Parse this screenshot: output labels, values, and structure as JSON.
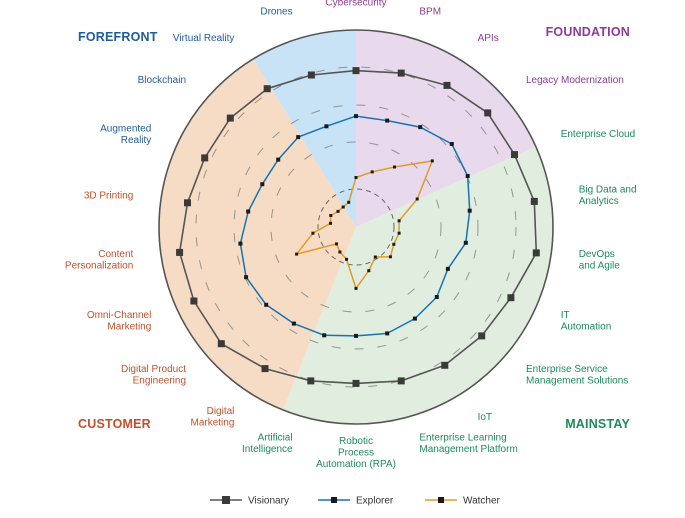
{
  "chart_data": {
    "type": "radar",
    "categories": [
      "Cybersecurity",
      "BPM",
      "APIs",
      "Legacy Modernization",
      "Enterprise Cloud",
      "Big Data and Analytics",
      "DevOps and Agile",
      "IT Automation",
      "Enterprise Service Management Solutions",
      "IoT",
      "Enterprise Learning Management Platform",
      "Robotic Process Automation (RPA)",
      "Artificial Intelligence",
      "Digital Marketing",
      "Digital Product Engineering",
      "Omni-Channel Marketing",
      "Content Personalization",
      "3D Printing",
      "Augmented Reality",
      "Blockchain",
      "Virtual Reality",
      "Drones"
    ],
    "category_colors": [
      "#8e3a96",
      "#8e3a96",
      "#8e3a96",
      "#8e3a96",
      "#1d8a5b",
      "#1d8a5b",
      "#1d8a5b",
      "#1d8a5b",
      "#1d8a5b",
      "#1d8a5b",
      "#1d8a5b",
      "#1d8a5b",
      "#1d8a5b",
      "#c2502a",
      "#c2502a",
      "#c2502a",
      "#c2502a",
      "#c2502a",
      "#1f5c99",
      "#1f5c99",
      "#1f5c99",
      "#1f5c99"
    ],
    "quadrants": [
      {
        "name": "FOREFRONT",
        "color": "#1f5c99",
        "fill": "#c8e3f5"
      },
      {
        "name": "FOUNDATION",
        "color": "#8e3a96",
        "fill": "#e8d9ec"
      },
      {
        "name": "MAINSTAY",
        "color": "#1d8a5b",
        "fill": "#e1eddf"
      },
      {
        "name": "CUSTOMER",
        "color": "#c2502a",
        "fill": "#f6dcc4"
      }
    ],
    "rlim": [
      0,
      1
    ],
    "series": [
      {
        "name": "Visionary",
        "color": "#555555",
        "values": [
          0.79,
          0.81,
          0.85,
          0.88,
          0.88,
          0.91,
          0.92,
          0.86,
          0.84,
          0.83,
          0.81,
          0.79,
          0.81,
          0.85,
          0.9,
          0.9,
          0.9,
          0.86,
          0.84,
          0.84,
          0.83,
          0.8
        ]
      },
      {
        "name": "Explorer",
        "color": "#1473b7",
        "values": [
          0.56,
          0.56,
          0.6,
          0.64,
          0.62,
          0.58,
          0.56,
          0.51,
          0.54,
          0.55,
          0.56,
          0.55,
          0.57,
          0.58,
          0.6,
          0.61,
          0.59,
          0.55,
          0.52,
          0.52,
          0.54,
          0.53
        ]
      },
      {
        "name": "Watcher",
        "color": "#e29b26",
        "values": [
          0.25,
          0.29,
          0.36,
          0.51,
          0.34,
          0.22,
          0.22,
          0.21,
          0.23,
          0.18,
          0.23,
          0.31,
          0.17,
          0.15,
          0.13,
          0.33,
          0.22,
          0.13,
          0.14,
          0.12,
          0.12,
          0.13
        ]
      }
    ],
    "legend": {
      "position": "bottom",
      "entries": [
        "Visionary",
        "Explorer",
        "Watcher"
      ]
    }
  }
}
